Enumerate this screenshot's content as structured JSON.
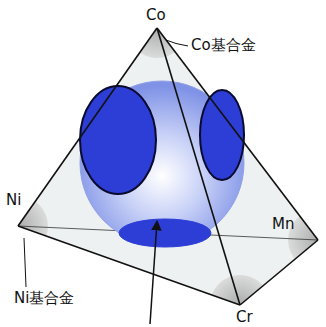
{
  "diagram": {
    "labels": [
      "Co",
      "Co基合金",
      "Ni",
      "Mn",
      "Ni基合金",
      "Cr"
    ]
  }
}
